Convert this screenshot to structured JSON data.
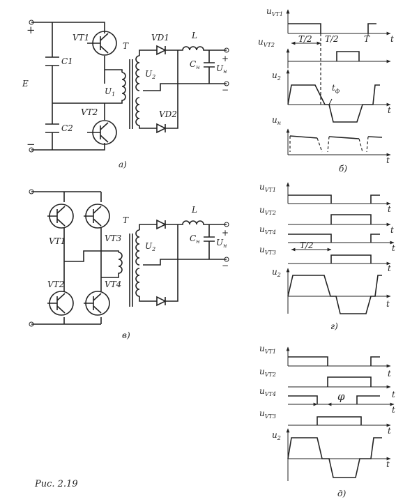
{
  "caption": "Рис. 2.19",
  "subfig": {
    "a": "а)",
    "b": "б)",
    "v": "в)",
    "g": "г)",
    "d": "д)"
  },
  "circuit_a": {
    "plus": "+",
    "minus": "−",
    "source": "E",
    "c1": "C1",
    "c2": "C2",
    "vt1": "VT1",
    "vt2": "VT2",
    "t": "T",
    "u1": "U",
    "u1_sub": "1",
    "u2": "U",
    "u2_sub": "2",
    "vd1": "VD1",
    "vd2": "VD2",
    "l": "L",
    "cn": "C",
    "cn_sub": "н",
    "un": "U",
    "un_sub": "н",
    "out_plus": "+",
    "out_minus": "−"
  },
  "circuit_v": {
    "vt1": "VT1",
    "vt2": "VT2",
    "vt3": "VT3",
    "vt4": "VT4",
    "t": "T",
    "u2": "U",
    "u2_sub": "2",
    "l": "L",
    "cn": "C",
    "cn_sub": "н",
    "un": "U",
    "un_sub": "н",
    "out_plus": "+",
    "out_minus": "−"
  },
  "wave_b": {
    "u_vt1": "u",
    "u_vt1_sub": "VT1",
    "u_vt2": "u",
    "u_vt2_sub": "VT2",
    "u2": "u",
    "u2_sub": "2",
    "un": "u",
    "un_sub": "н",
    "half_left": "T/2",
    "half_right": "T/2",
    "period": "T",
    "tf": "t",
    "tf_sub": "ф",
    "t": "t"
  },
  "wave_g": {
    "u_vt1": "u",
    "u_vt1_sub": "VT1",
    "u_vt2": "u",
    "u_vt2_sub": "VT2",
    "u_vt4": "u",
    "u_vt4_sub": "VT4",
    "u_vt3": "u",
    "u_vt3_sub": "VT3",
    "u2": "u",
    "u2_sub": "2",
    "half": "T/2",
    "t": "t"
  },
  "wave_d": {
    "u_vt1": "u",
    "u_vt1_sub": "VT1",
    "u_vt2": "u",
    "u_vt2_sub": "VT2",
    "u_vt4": "u",
    "u_vt4_sub": "VT4",
    "u_vt3": "u",
    "u_vt3_sub": "VT3",
    "u2": "u",
    "u2_sub": "2",
    "phi": "φ",
    "t": "t"
  }
}
